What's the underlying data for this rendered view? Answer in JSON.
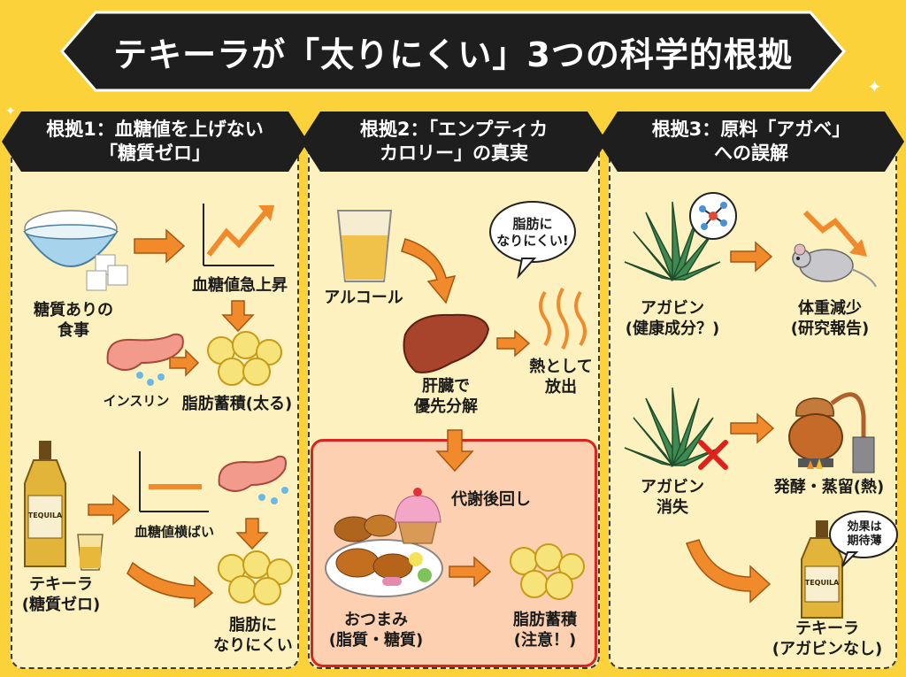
{
  "title": "テキーラが「太りにくい」3つの科学的根拠",
  "panels": [
    {
      "header_line1": "根拠1：血糖値を上げない",
      "header_line2": "「糖質ゼロ」",
      "meal_line1": "糖質ありの",
      "meal_line2": "食事",
      "spike_label": "血糖値急上昇",
      "insulin_label": "インスリン",
      "fat_store_label": "脂肪蓄積(太る)",
      "tequila_line1": "テキーラ",
      "tequila_line2": "(糖質ゼロ)",
      "flat_label": "血糖値横ばい",
      "no_fat_line1": "脂肪に",
      "no_fat_line2": "なりにくい",
      "bottle_text": "TEQUILA"
    },
    {
      "header_line1": "根拠2：「エンプティカ",
      "header_line2": "カロリー」の真実",
      "alcohol_label": "アルコール",
      "bubble_line1": "脂肪に",
      "bubble_line2": "なりにくい!",
      "liver_line1": "肝臓で",
      "liver_line2": "優先分解",
      "heat_line1": "熱として",
      "heat_line2": "放出",
      "postpone_label": "代謝後回し",
      "snack_line1": "おつまみ",
      "snack_line2": "(脂質・糖質)",
      "snack_fat_line1": "脂肪蓄積",
      "snack_fat_line2": "(注意！)"
    },
    {
      "header_line1": "根拠3：原料「アガベ」",
      "header_line2": "への誤解",
      "agavin_line1": "アガビン",
      "agavin_line2": "(健康成分？)",
      "weight_line1": "体重減少",
      "weight_line2": "(研究報告)",
      "lost_line1": "アガビン",
      "lost_line2": "消失",
      "distill_label": "発酵・蒸留(熱)",
      "effect_line1": "効果は",
      "effect_line2": "期待薄",
      "tequila_line1": "テキーラ",
      "tequila_line2": "(アガビンなし)",
      "bottle_text": "TEQUILA"
    }
  ],
  "colors": {
    "background": "#fcd23a",
    "banner": "#1e1e1e",
    "arrow": "#f08a2a",
    "highlight_border": "#d9231c",
    "highlight_fill": "#fcd0b0"
  }
}
